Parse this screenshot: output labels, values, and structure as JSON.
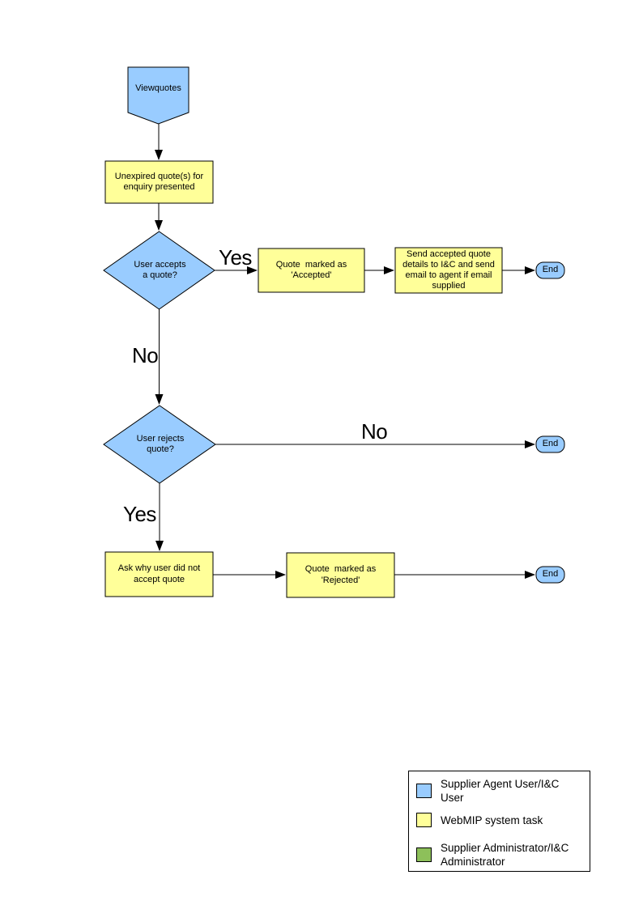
{
  "diagram": {
    "nodes": {
      "start": {
        "label": "Viewquotes"
      },
      "unexpired": {
        "label": "Unexpired quote(s) for\nenquiry presented"
      },
      "accepts_decision": {
        "label": "User accepts\na quote?"
      },
      "marked_accepted": {
        "label": "Quote  marked as\n'Accepted'"
      },
      "send_details": {
        "label": "Send accepted quote\ndetails to I&C and send\nemail to agent if email\nsupplied"
      },
      "end_accepted": {
        "label": "End"
      },
      "rejects_decision": {
        "label": "User rejects\nquote?"
      },
      "end_not_rejected": {
        "label": "End"
      },
      "ask_why": {
        "label": "Ask why user did not\naccept quote"
      },
      "marked_rejected": {
        "label": "Quote  marked as\n'Rejected'"
      },
      "end_rejected": {
        "label": "End"
      }
    },
    "edge_labels": {
      "accepts_yes": "Yes",
      "accepts_no": "No",
      "rejects_no": "No",
      "rejects_yes": "Yes"
    }
  },
  "colors": {
    "user_shape": "#99CCFF",
    "system_task_shape": "#FFFF99",
    "admin_shape": "#8DC05A",
    "line": "#000000"
  },
  "legend": {
    "items": [
      {
        "color": "#99CCFF",
        "label": "Supplier Agent User/I&C User"
      },
      {
        "color": "#FFFF99",
        "label": "WebMIP system task"
      },
      {
        "color": "#8DC05A",
        "label": "Supplier Administrator/I&C Administrator"
      }
    ]
  }
}
